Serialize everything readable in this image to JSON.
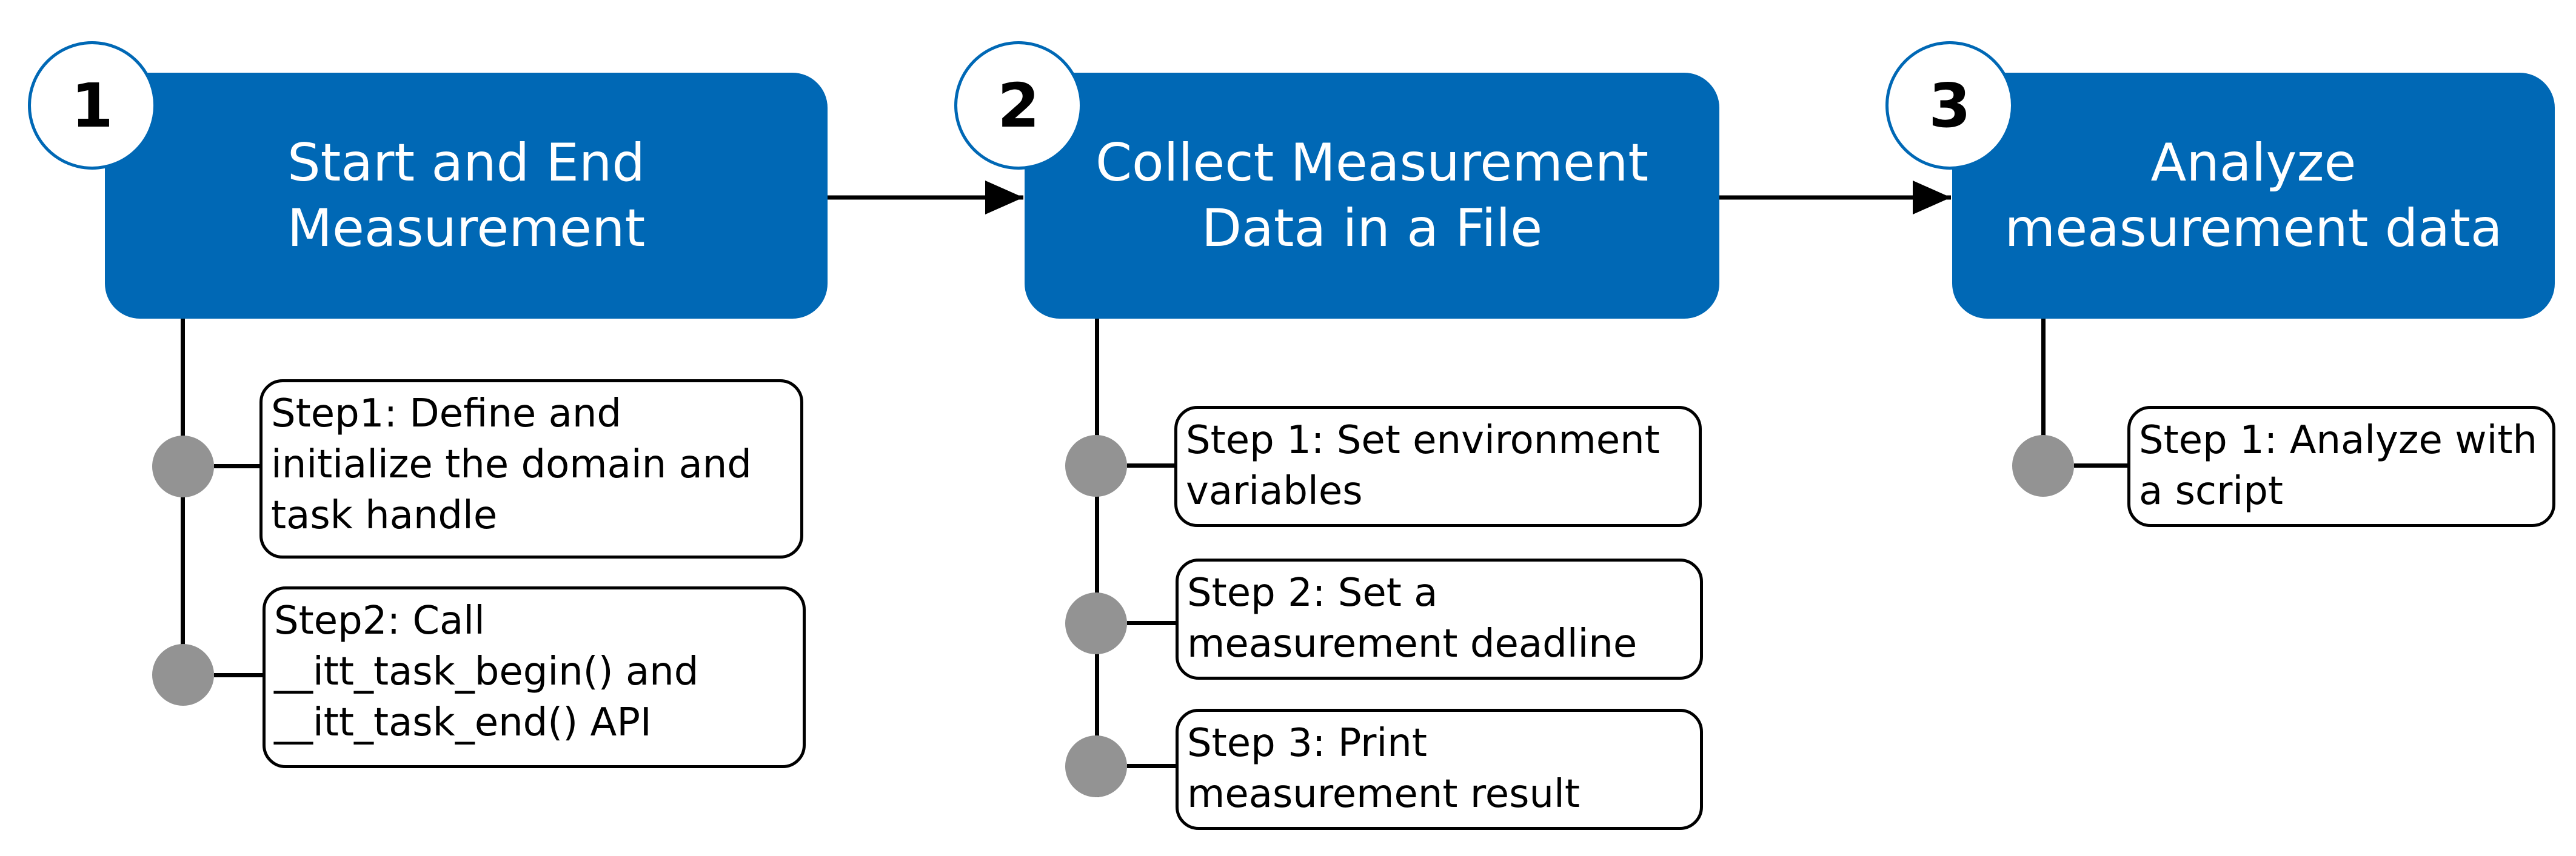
{
  "stages": [
    {
      "number": "1",
      "title": "Start and End\nMeasurement"
    },
    {
      "number": "2",
      "title": "Collect Measurement\nData in a File"
    },
    {
      "number": "3",
      "title": "Analyze\nmeasurement data"
    }
  ],
  "steps": {
    "stage1": [
      {
        "text": "Step1: Define and\ninitialize the domain and\ntask handle"
      },
      {
        "text": "Step2: Call\n__itt_task_begin() and\n__itt_task_end() API"
      }
    ],
    "stage2": [
      {
        "text": "Step 1: Set environment\nvariables"
      },
      {
        "text": "Step 2: Set a\nmeasurement deadline"
      },
      {
        "text": "Step 3: Print\nmeasurement result"
      }
    ],
    "stage3": [
      {
        "text": "Step 1: Analyze with\na script"
      }
    ]
  },
  "colors": {
    "stage_fill": "#0068b5",
    "node_dot": "#939393",
    "connector": "#000000"
  }
}
